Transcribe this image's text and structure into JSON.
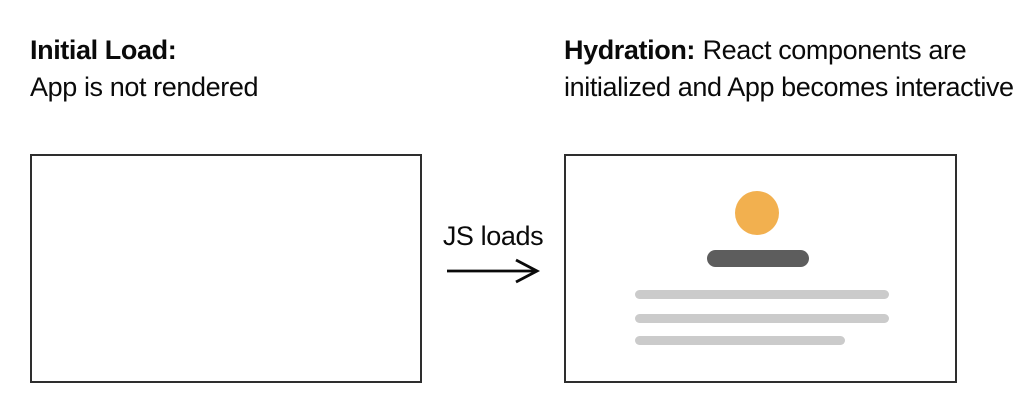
{
  "diagram": {
    "left": {
      "title": "Initial Load:",
      "subtitle": "App is not rendered"
    },
    "transition": {
      "label": "JS loads",
      "arrow_icon": "→"
    },
    "right": {
      "title": "Hydration:",
      "description": "React components are initialized and App becomes interactive"
    }
  },
  "colors": {
    "accent_orange": "#F2B04F",
    "dark_bar": "#5D5D5D",
    "light_bar": "#CBCBCB",
    "box_border": "#2E2E2E",
    "text": "#0A0A0A",
    "background": "#FFFFFF"
  }
}
